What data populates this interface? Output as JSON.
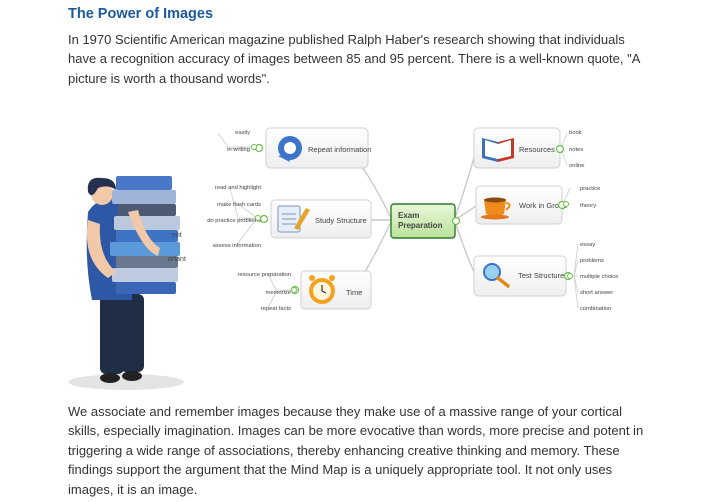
{
  "article": {
    "title": "The Power of Images",
    "intro": "In 1970 Scientific American magazine published Ralph Haber's research showing that individuals have a recognition accuracy of images between 85 and 95 percent. There is a well-known quote, \"A picture is worth a thousand words\".",
    "body": "We associate and remember images because they make use of a massive range of your cortical skills, especially imagination. Images can be more evocative than words, more precise and potent in triggering a wide range of associations, thereby enhancing creative thinking and memory. These findings support the argument that the Mind Map is a uniquely appropriate tool. It not only uses images, it is an image."
  },
  "mind_map": {
    "center": {
      "line1": "Exam",
      "line2": "Preparation"
    },
    "branches": {
      "repeat": {
        "label": "Repeat information",
        "leaves": [
          "easily",
          "in writing"
        ]
      },
      "study": {
        "label": "Study Structure",
        "leaves": [
          "read and highlight",
          "make flash cards",
          "do practice  problems",
          "assess information"
        ]
      },
      "time": {
        "label": "Time",
        "leaves": [
          "resource preparation",
          "memorize",
          "repeat facts"
        ]
      },
      "resources": {
        "label": "Resources",
        "leaves": [
          "book",
          "notes",
          "online"
        ]
      },
      "group": {
        "label": "Work in Group",
        "leaves": [
          "practice",
          "theory"
        ]
      },
      "test": {
        "label": "Test Structure",
        "leaves": [
          "essay",
          "problems",
          "multiple choice",
          "short answer",
          "combination"
        ]
      }
    },
    "book_fragments": [
      "ent",
      "ortant"
    ]
  }
}
